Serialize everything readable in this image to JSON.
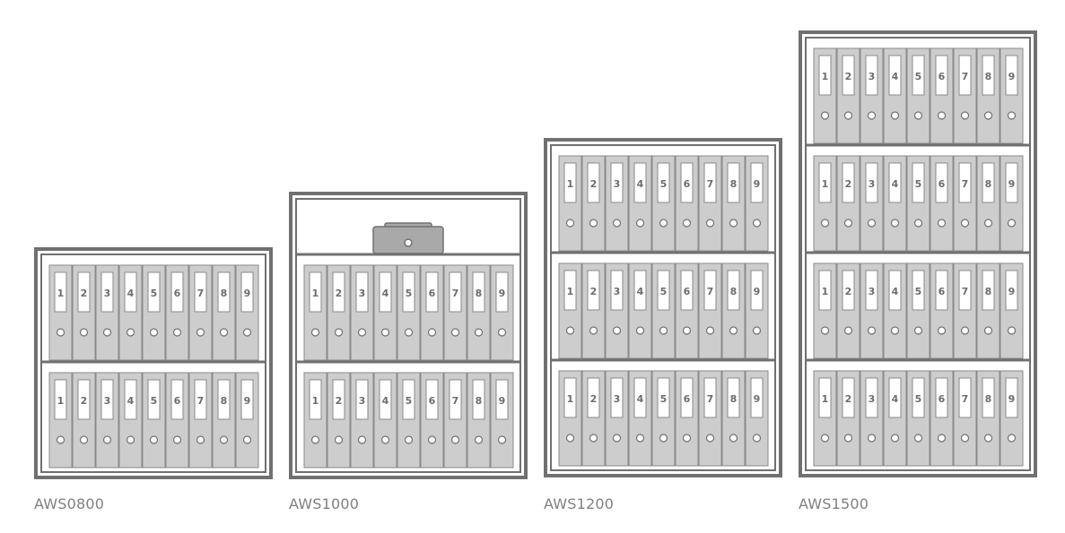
{
  "colors": {
    "frame": "#707070",
    "binder_fill": "#cdcdcd",
    "binder_stroke": "#8a8a8a",
    "cashbox_fill": "#a9a9a9",
    "label": "#808080"
  },
  "binder_numbers": [
    "1",
    "2",
    "3",
    "4",
    "5",
    "6",
    "7",
    "8",
    "9"
  ],
  "cabinets": [
    {
      "model": "AWS0800",
      "binder_shelves": 2,
      "has_cashbox": false
    },
    {
      "model": "AWS1000",
      "binder_shelves": 2,
      "has_cashbox": true
    },
    {
      "model": "AWS1200",
      "binder_shelves": 3,
      "has_cashbox": false
    },
    {
      "model": "AWS1500",
      "binder_shelves": 4,
      "has_cashbox": false
    }
  ]
}
